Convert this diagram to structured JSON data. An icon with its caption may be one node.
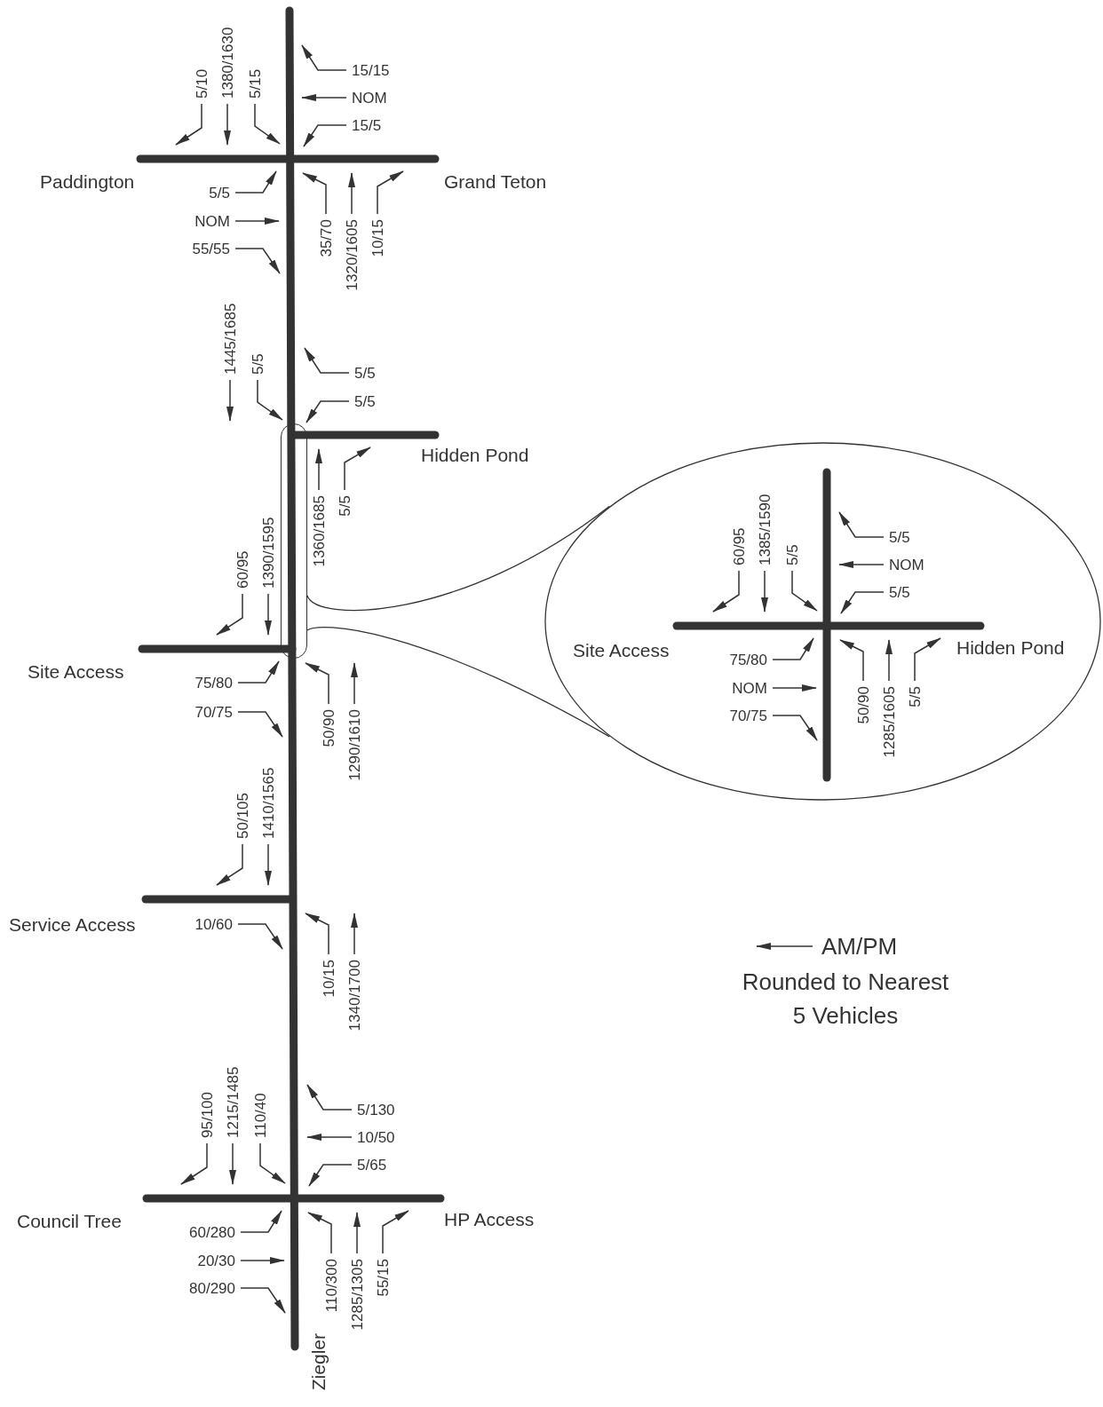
{
  "diagram": {
    "nodes": [
      {
        "text": [
          "60/95",
          "1385/1590",
          "5/5",
          "5/5",
          "NOM",
          "5/5",
          "Site Access",
          "Hidden Pond",
          "75/80",
          "NOM",
          "70/75",
          "50/90",
          "1285/1605",
          "5/5"
        ]
      },
      {
        "text": [],
        "shape": "ellipse"
      }
    ],
    "edges": [
      {
        "from": 1,
        "to": 0,
        "arrow": "none"
      },
      {
        "from": 1,
        "to": 0,
        "arrow": "none"
      }
    ],
    "labels": [
      "5/10",
      "1380/1630",
      "5/15",
      "15/15",
      "NOM",
      "15/5",
      "Paddington",
      "Grand Teton",
      "5/5",
      "NOM",
      "55/55",
      "35/70",
      "1320/1605",
      "10/15",
      "1445/1685",
      "5/5",
      "5/5",
      "5/5",
      "Hidden Pond",
      "1360/1685",
      "5/5",
      "60/95",
      "1390/1595",
      "Site Access",
      "75/80",
      "70/75",
      "50/90",
      "1290/1610",
      "50/105",
      "1410/1565",
      "Service Access",
      "10/60",
      "10/15",
      "1340/1700",
      "95/100",
      "1215/1485",
      "110/40",
      "5/130",
      "10/50",
      "5/65",
      "Council Tree",
      "HP Access",
      "60/280",
      "20/30",
      "80/290",
      "110/300",
      "1285/1305",
      "55/15",
      "Ziegler",
      "Rounded to Nearest 5 Vehicles"
    ],
    "legend": [
      {
        "text": "AM/PM"
      }
    ]
  }
}
